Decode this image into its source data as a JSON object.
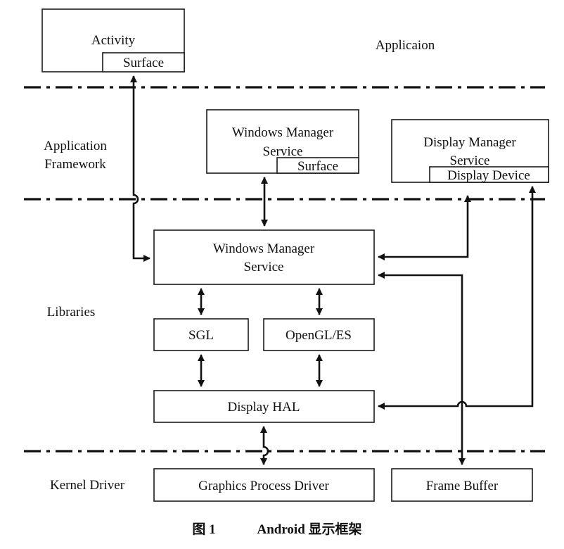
{
  "layers": {
    "application": "Applicaion",
    "framework_line1": "Application",
    "framework_line2": "Framework",
    "libraries": "Libraries",
    "kernel": "Kernel Driver"
  },
  "boxes": {
    "activity": "Activity",
    "activity_surface": "Surface",
    "wms_framework_line1": "Windows Manager",
    "wms_framework_line2": "Service",
    "wms_framework_surface": "Surface",
    "dms_line1": "Display Manager",
    "dms_line2": "Service",
    "display_device": "Display Device",
    "wms_lib_line1": "Windows Manager",
    "wms_lib_line2": "Service",
    "sgl": "SGL",
    "opengl": "OpenGL/ES",
    "display_hal": "Display HAL",
    "graphics_driver": "Graphics Process Driver",
    "frame_buffer": "Frame Buffer"
  },
  "caption": {
    "label": "图 1",
    "title": "Android 显示框架"
  }
}
